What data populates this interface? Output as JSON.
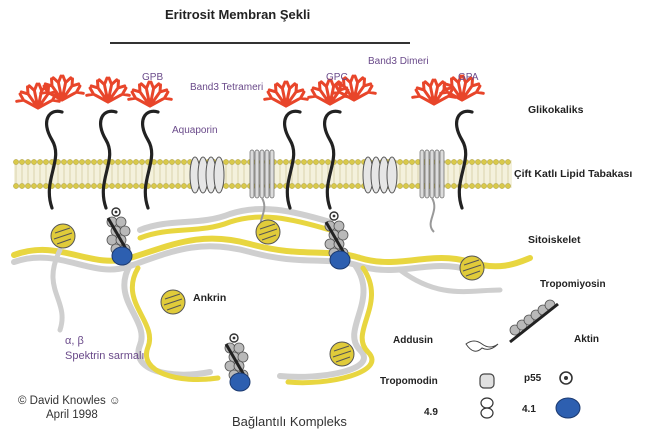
{
  "title": "Eritrosit Membran Şekli",
  "protein_labels": {
    "gpb": "GPB",
    "band3_tetramer": "Band3 Tetrameri",
    "gpc": "GPC",
    "band3_dimer": "Band3 Dimeri",
    "gpa": "GPA",
    "aquaporin": "Aquaporin"
  },
  "side_labels": {
    "glycocalyx": "Glikokaliks",
    "lipid_bilayer": "Çift Katlı Lipid Tabakası",
    "cytoskeleton": "Sitoiskelet"
  },
  "inner_labels": {
    "ankyrin": "Ankrin",
    "spectrin_ab": "α, β",
    "spectrin_coil": "Spektrin sarmalı"
  },
  "legend": {
    "tropomyosin": "Tropomiyosin",
    "actin": "Aktin",
    "adducin": "Addusin",
    "tropomodulin": "Tropomodin",
    "p55": "p55",
    "band49": "4.9",
    "band41": "4.1"
  },
  "credit": {
    "line1": "© David Knowles ☺",
    "line2": "April 1998"
  },
  "caption": "Bağlantılı Kompleks",
  "colors": {
    "glycan": "#e8452a",
    "lipid_head": "#d9c94a",
    "spectrin_yellow": "#e8d640",
    "spectrin_grey": "#cfcfcf",
    "protein_4_1": "#2d5fb0",
    "actin": "#b9b9b9",
    "ankyrin": "#e0cb3a"
  }
}
